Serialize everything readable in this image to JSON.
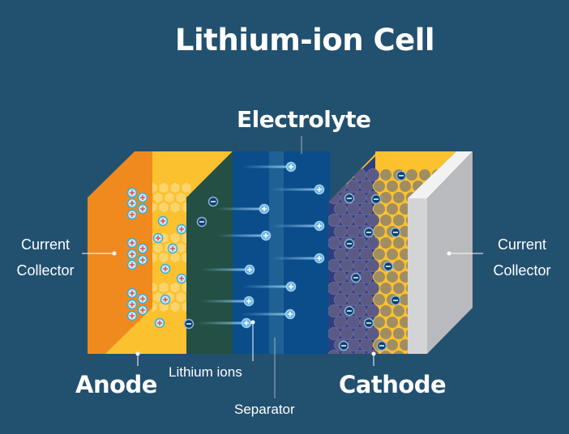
{
  "title": "Lithium-ion Cell",
  "labels": {
    "electrolyte": "Electrolyte",
    "current_collector_left": "Current Collector",
    "current_collector_right": "Current Collector",
    "anode": "Anode",
    "cathode": "Cathode",
    "lithium_ions": "Lithium ions",
    "separator": "Separator"
  },
  "colors": {
    "background": "#22506f",
    "anode_collector": "#f08a1e",
    "anode": "#fbc12e",
    "electrolyte": "#0a4d8a",
    "cathode": "#2e3f80",
    "cathode_collector": "#c9cacc",
    "ion": "#6bb5e6"
  }
}
